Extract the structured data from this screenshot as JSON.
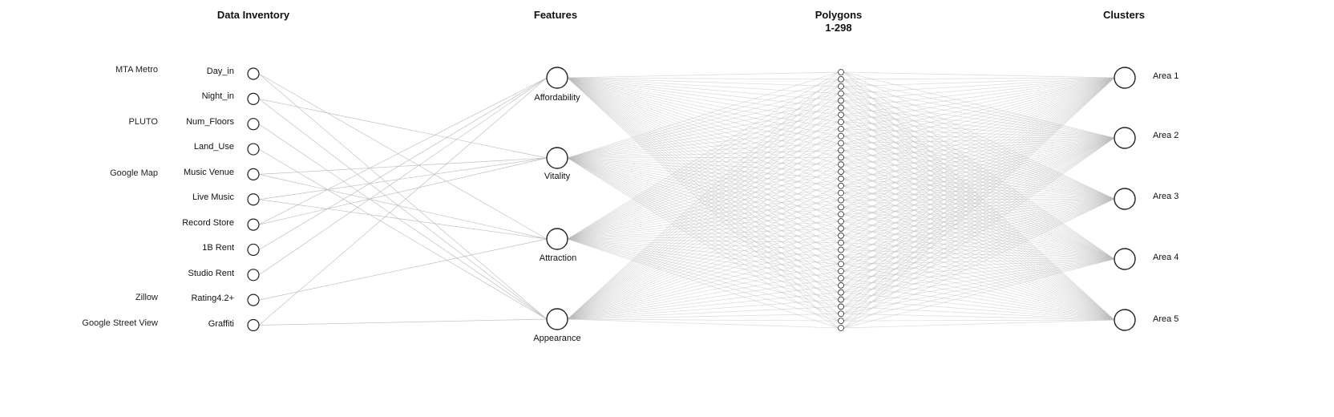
{
  "titles": {
    "inventory": "Data Inventory",
    "features": "Features",
    "polygons": "Polygons",
    "polygons_range": "1-298",
    "clusters": "Clusters"
  },
  "sources": [
    "MTA Metro",
    "PLUTO",
    "Google Map",
    "Zillow",
    "Google Street View"
  ],
  "inventory_items": [
    "Day_in",
    "Night_in",
    "Num_Floors",
    "Land_Use",
    "Music Venue",
    "Live Music",
    "Record Store",
    "1B Rent",
    "Studio Rent",
    "Rating4.2+",
    "Graffiti"
  ],
  "features": [
    "Affordability",
    "Vitality",
    "Attraction",
    "Appearance"
  ],
  "clusters": [
    "Area 1",
    "Area 2",
    "Area 3",
    "Area 4",
    "Area 5"
  ],
  "links_inventory_to_features": [
    [
      "Day_in",
      "Attraction"
    ],
    [
      "Day_in",
      "Appearance"
    ],
    [
      "Night_in",
      "Vitality"
    ],
    [
      "Night_in",
      "Appearance"
    ],
    [
      "Num_Floors",
      "Appearance"
    ],
    [
      "Land_Use",
      "Appearance"
    ],
    [
      "Music Venue",
      "Vitality"
    ],
    [
      "Music Venue",
      "Attraction"
    ],
    [
      "Live Music",
      "Vitality"
    ],
    [
      "Live Music",
      "Attraction"
    ],
    [
      "Record Store",
      "Affordability"
    ],
    [
      "Record Store",
      "Vitality"
    ],
    [
      "1B Rent",
      "Affordability"
    ],
    [
      "Studio Rent",
      "Affordability"
    ],
    [
      "Rating4.2+",
      "Attraction"
    ],
    [
      "Graffiti",
      "Affordability"
    ],
    [
      "Graffiti",
      "Appearance"
    ]
  ],
  "colors": {
    "edge": "#bdbdbd",
    "node_stroke": "#222222",
    "text": "#111111"
  }
}
